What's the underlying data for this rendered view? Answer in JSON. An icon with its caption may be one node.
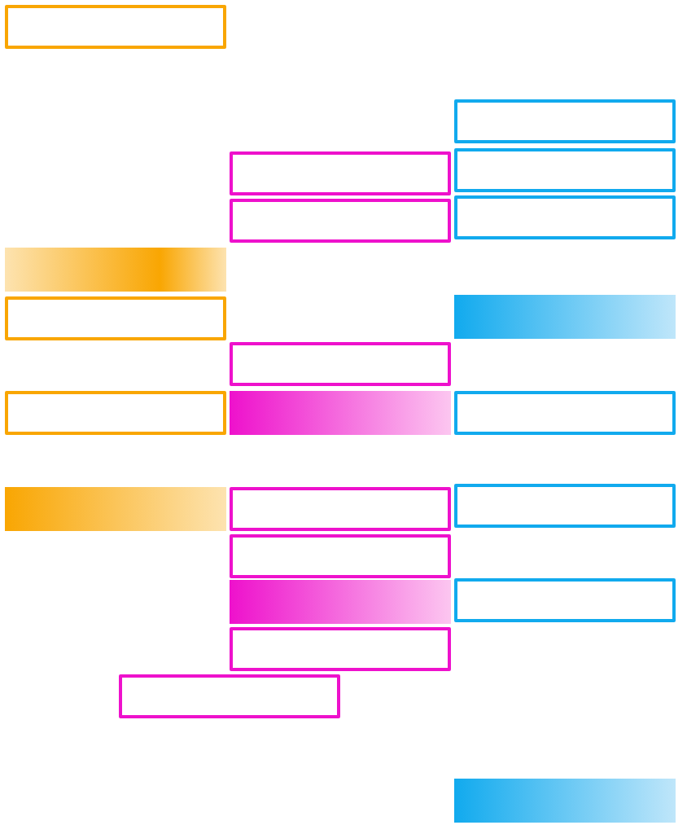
{
  "diagram": {
    "nodes": [
      {
        "text": [],
        "shape": "box"
      },
      {
        "text": [],
        "shape": "box"
      },
      {
        "text": [],
        "shape": "box"
      },
      {
        "text": [],
        "shape": "box"
      },
      {
        "text": [],
        "shape": "box"
      },
      {
        "text": [],
        "shape": "box"
      },
      {
        "text": [],
        "shape": "bar"
      },
      {
        "text": [],
        "shape": "bar"
      },
      {
        "text": [],
        "shape": "box"
      },
      {
        "text": [],
        "shape": "box"
      },
      {
        "text": [],
        "shape": "box"
      },
      {
        "text": [],
        "shape": "bar"
      },
      {
        "text": [],
        "shape": "box"
      },
      {
        "text": [],
        "shape": "box"
      },
      {
        "text": [],
        "shape": "bar"
      },
      {
        "text": [],
        "shape": "box"
      },
      {
        "text": [],
        "shape": "box"
      },
      {
        "text": [],
        "shape": "box"
      },
      {
        "text": [],
        "shape": "bar"
      },
      {
        "text": [],
        "shape": "box"
      },
      {
        "text": [],
        "shape": "box"
      },
      {
        "text": [],
        "shape": "bar"
      }
    ]
  }
}
